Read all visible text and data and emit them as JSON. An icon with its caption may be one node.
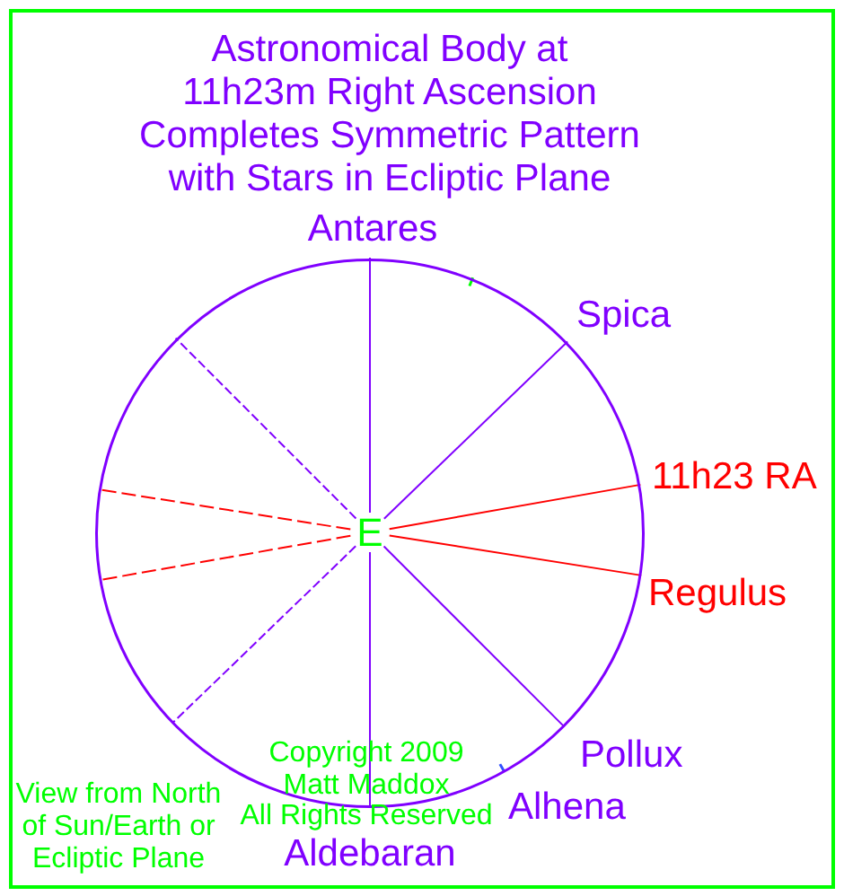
{
  "diagram": {
    "title": "Astronomical Body at 11h23m Right Ascension Completes Symmetric Pattern with Stars in Ecliptic Plane",
    "nodes": [
      {
        "text": [
          "E"
        ]
      }
    ],
    "labels": [
      "Antares",
      "Spica",
      "11h23 RA",
      "Regulus",
      "Copyright 2009 Matt Maddox All Rights Reserved",
      "Pollux",
      "View from North of Sun/Earth or Ecliptic Plane",
      "Alhena",
      "Aldebaran"
    ]
  }
}
